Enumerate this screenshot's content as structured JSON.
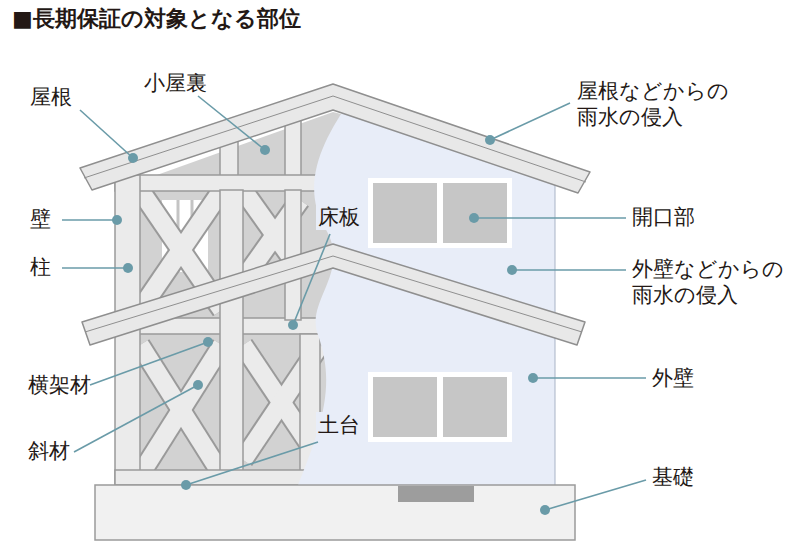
{
  "diagram": {
    "title": "■長期保証の対象となる部位",
    "labels": [
      "屋根",
      "小屋裏",
      "屋根などからの 雨水の侵入",
      "壁",
      "柱",
      "床板",
      "開口部",
      "外壁などからの 雨水の侵入",
      "横架材",
      "斜材",
      "外壁",
      "土台",
      "基礎"
    ]
  }
}
